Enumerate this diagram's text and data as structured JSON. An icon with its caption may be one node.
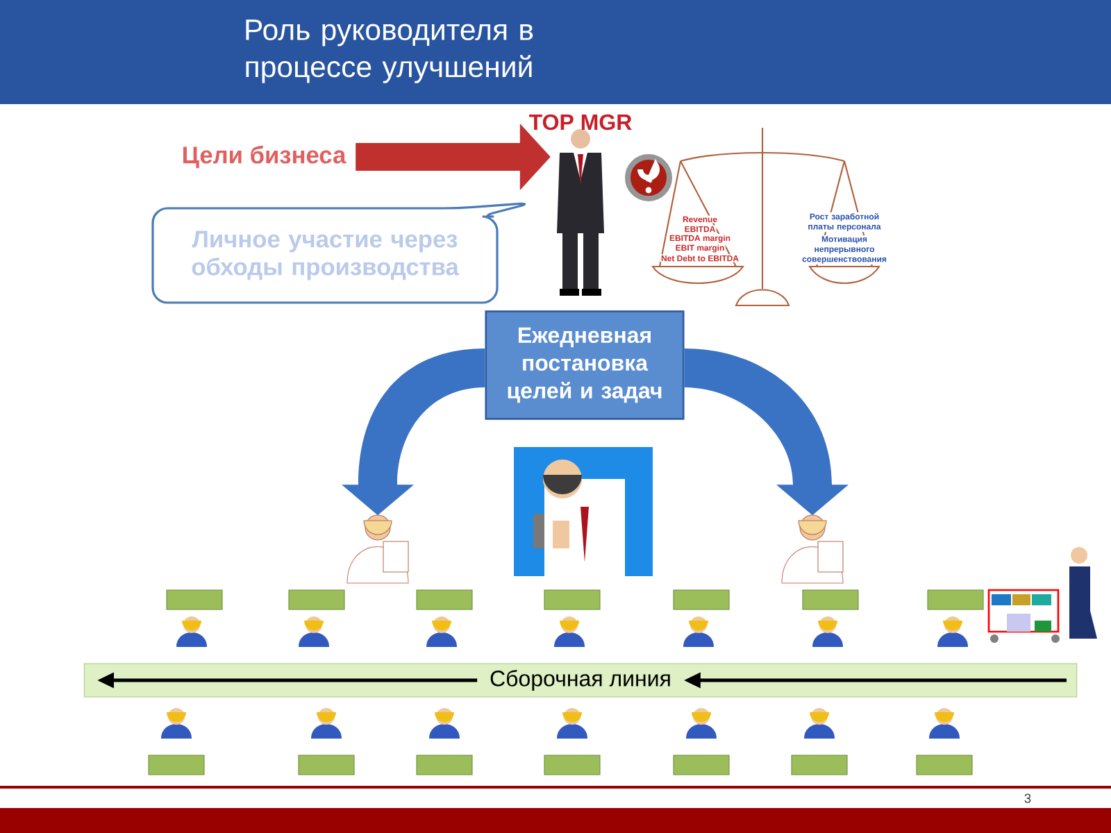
{
  "diagram": {
    "title": "Роль руководителя в процессе улучшений",
    "nodes": [
      {
        "text": [
          "Цели бизнеса"
        ]
      },
      {
        "text": [],
        "shape": "person",
        "beside": [
          "TOP MGR"
        ]
      },
      {
        "text": [
          "Личное участие через обходы производства"
        ]
      },
      {
        "text": [
          "Ежедневная постановка целей и задач"
        ]
      },
      {
        "text": [],
        "shape": "person"
      },
      {
        "text": [],
        "shape": "person"
      },
      {
        "text": [
          "Сборочная линия"
        ]
      }
    ],
    "edges": [
      {
        "from": 0,
        "to": 1,
        "arrow": "to",
        "style": "thick",
        "color": "#c0302e"
      },
      {
        "from": 3,
        "to": 4,
        "arrow": "to",
        "style": "thick",
        "color": "#3a72c4"
      },
      {
        "from": 3,
        "to": 5,
        "arrow": "to",
        "style": "thick",
        "color": "#3a72c4"
      }
    ],
    "labels": [
      "Revenue",
      "EBITDA",
      "EBITDA margin",
      "EBIT margin",
      "Net Debt to EBITDA",
      "Рост заработной платы персонала",
      "Мотивация непрерывного совершенствования",
      "3"
    ]
  }
}
